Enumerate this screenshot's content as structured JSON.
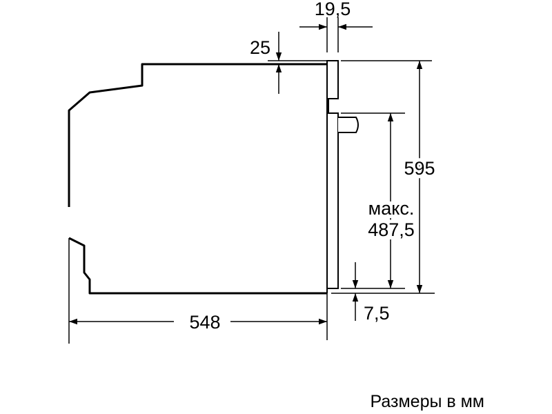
{
  "dimensions": {
    "top_side_width": "19,5",
    "top_offset": "25",
    "overall_height": "595",
    "max_label": "макс.",
    "max_height": "487,5",
    "bottom_offset": "7,5",
    "depth": "548"
  },
  "caption": "Размеры в мм"
}
